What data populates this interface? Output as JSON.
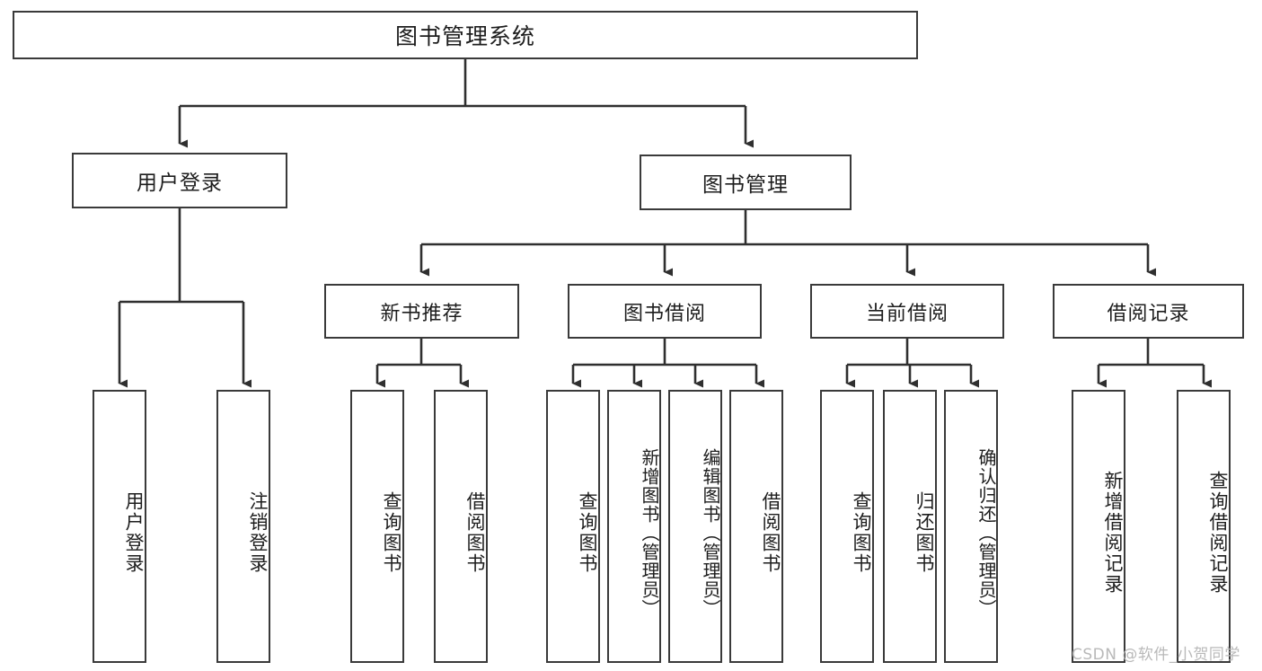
{
  "diagram": {
    "type": "tree-structure-chart",
    "title": "图书管理系统",
    "watermark": "CSDN @软件_小贺同学",
    "colors": {
      "box_border": "#3a3a3a",
      "box_fill": "#ffffff",
      "connector": "#2f2f2f",
      "text": "#1d1d1d",
      "watermark": "#b9b9b9",
      "background": "#ffffff"
    },
    "root": {
      "label": "图书管理系统"
    },
    "level2": [
      {
        "label": "用户登录"
      },
      {
        "label": "图书管理"
      }
    ],
    "level3": [
      {
        "label": "新书推荐"
      },
      {
        "label": "图书借阅"
      },
      {
        "label": "当前借阅"
      },
      {
        "label": "借阅记录"
      }
    ],
    "leaves": {
      "user_login": [
        {
          "label": "用户登录"
        },
        {
          "label": "注销登录"
        }
      ],
      "new_book_recommend": [
        {
          "label": "查询图书"
        },
        {
          "label": "借阅图书"
        }
      ],
      "book_borrow": [
        {
          "label": "查询图书"
        },
        {
          "label": "新增图书（管理员）"
        },
        {
          "label": "编辑图书（管理员）"
        },
        {
          "label": "借阅图书"
        }
      ],
      "current_borrow": [
        {
          "label": "查询图书"
        },
        {
          "label": "归还图书"
        },
        {
          "label": "确认归还（管理员）"
        }
      ],
      "borrow_record": [
        {
          "label": "新增借阅记录"
        },
        {
          "label": "查询借阅记录"
        }
      ]
    }
  }
}
